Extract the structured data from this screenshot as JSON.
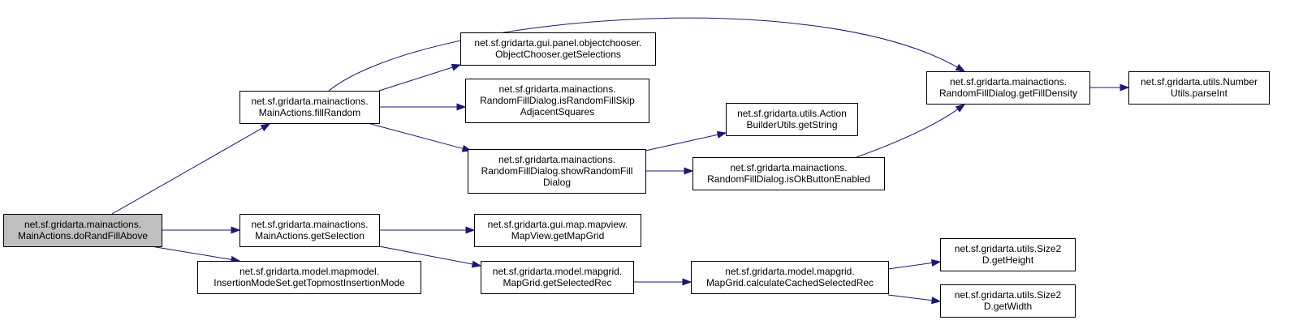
{
  "colors": {
    "edge": "#191970",
    "node_fill": "#ffffff",
    "root_fill": "#bfbfbf",
    "border": "#000000"
  },
  "nodes": [
    {
      "id": "doRandFillAbove",
      "lines": [
        "net.sf.gridarta.mainactions.",
        "MainActions.doRandFillAbove"
      ],
      "root": true
    },
    {
      "id": "fillRandom",
      "lines": [
        "net.sf.gridarta.mainactions.",
        "MainActions.fillRandom"
      ]
    },
    {
      "id": "getSelection",
      "lines": [
        "net.sf.gridarta.mainactions.",
        "MainActions.getSelection"
      ]
    },
    {
      "id": "getTopmostInsertionMode",
      "lines": [
        "net.sf.gridarta.model.mapmodel.",
        "InsertionModeSet.getTopmostInsertionMode"
      ]
    },
    {
      "id": "getSelections",
      "lines": [
        "net.sf.gridarta.gui.panel.objectchooser.",
        "ObjectChooser.getSelections"
      ]
    },
    {
      "id": "isRandomFillSkip",
      "lines": [
        "net.sf.gridarta.mainactions.",
        "RandomFillDialog.isRandomFillSkip",
        "AdjacentSquares"
      ]
    },
    {
      "id": "showRandomFillDialog",
      "lines": [
        "net.sf.gridarta.mainactions.",
        "RandomFillDialog.showRandomFill",
        "Dialog"
      ]
    },
    {
      "id": "getMapGrid",
      "lines": [
        "net.sf.gridarta.gui.map.mapview.",
        "MapView.getMapGrid"
      ]
    },
    {
      "id": "getSelectedRec",
      "lines": [
        "net.sf.gridarta.model.mapgrid.",
        "MapGrid.getSelectedRec"
      ]
    },
    {
      "id": "getString",
      "lines": [
        "net.sf.gridarta.utils.Action",
        "BuilderUtils.getString"
      ]
    },
    {
      "id": "isOkButtonEnabled",
      "lines": [
        "net.sf.gridarta.mainactions.",
        "RandomFillDialog.isOkButtonEnabled"
      ]
    },
    {
      "id": "calculateCachedSelectedRec",
      "lines": [
        "net.sf.gridarta.model.mapgrid.",
        "MapGrid.calculateCachedSelectedRec"
      ]
    },
    {
      "id": "getFillDensity",
      "lines": [
        "net.sf.gridarta.mainactions.",
        "RandomFillDialog.getFillDensity"
      ]
    },
    {
      "id": "parseInt",
      "lines": [
        "net.sf.gridarta.utils.Number",
        "Utils.parseInt"
      ]
    },
    {
      "id": "getHeight",
      "lines": [
        "net.sf.gridarta.utils.Size2",
        "D.getHeight"
      ]
    },
    {
      "id": "getWidth",
      "lines": [
        "net.sf.gridarta.utils.Size2",
        "D.getWidth"
      ]
    }
  ],
  "edges": [
    {
      "from": "doRandFillAbove",
      "to": "fillRandom"
    },
    {
      "from": "doRandFillAbove",
      "to": "getSelection"
    },
    {
      "from": "doRandFillAbove",
      "to": "getTopmostInsertionMode"
    },
    {
      "from": "fillRandom",
      "to": "getSelections"
    },
    {
      "from": "fillRandom",
      "to": "isRandomFillSkip"
    },
    {
      "from": "fillRandom",
      "to": "showRandomFillDialog"
    },
    {
      "from": "fillRandom",
      "to": "getFillDensity"
    },
    {
      "from": "getSelection",
      "to": "getMapGrid"
    },
    {
      "from": "getSelection",
      "to": "getSelectedRec"
    },
    {
      "from": "showRandomFillDialog",
      "to": "getString"
    },
    {
      "from": "showRandomFillDialog",
      "to": "isOkButtonEnabled"
    },
    {
      "from": "isOkButtonEnabled",
      "to": "getFillDensity"
    },
    {
      "from": "getSelectedRec",
      "to": "calculateCachedSelectedRec"
    },
    {
      "from": "calculateCachedSelectedRec",
      "to": "getHeight"
    },
    {
      "from": "calculateCachedSelectedRec",
      "to": "getWidth"
    },
    {
      "from": "getFillDensity",
      "to": "parseInt"
    }
  ]
}
